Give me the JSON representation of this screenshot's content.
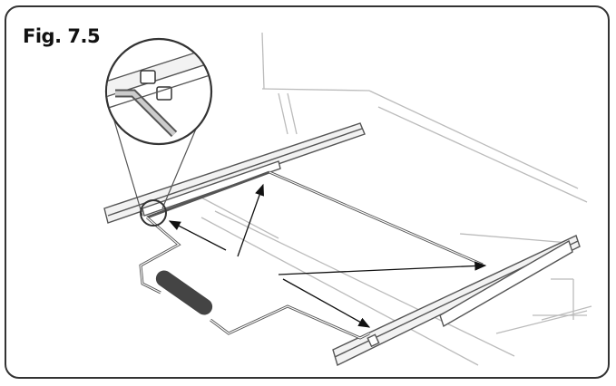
{
  "figure": {
    "label": "Fig. 7.5"
  },
  "colors": {
    "frame": "#333333",
    "line": "#555555",
    "light_line": "#bbbbbb",
    "handle": "#444444",
    "rod_fill": "#e0e0e0",
    "rail_fill": "#f2f2f2"
  },
  "icons": {
    "magnifier": "zoom-detail-circle",
    "arrows": "pointer-arrow"
  }
}
